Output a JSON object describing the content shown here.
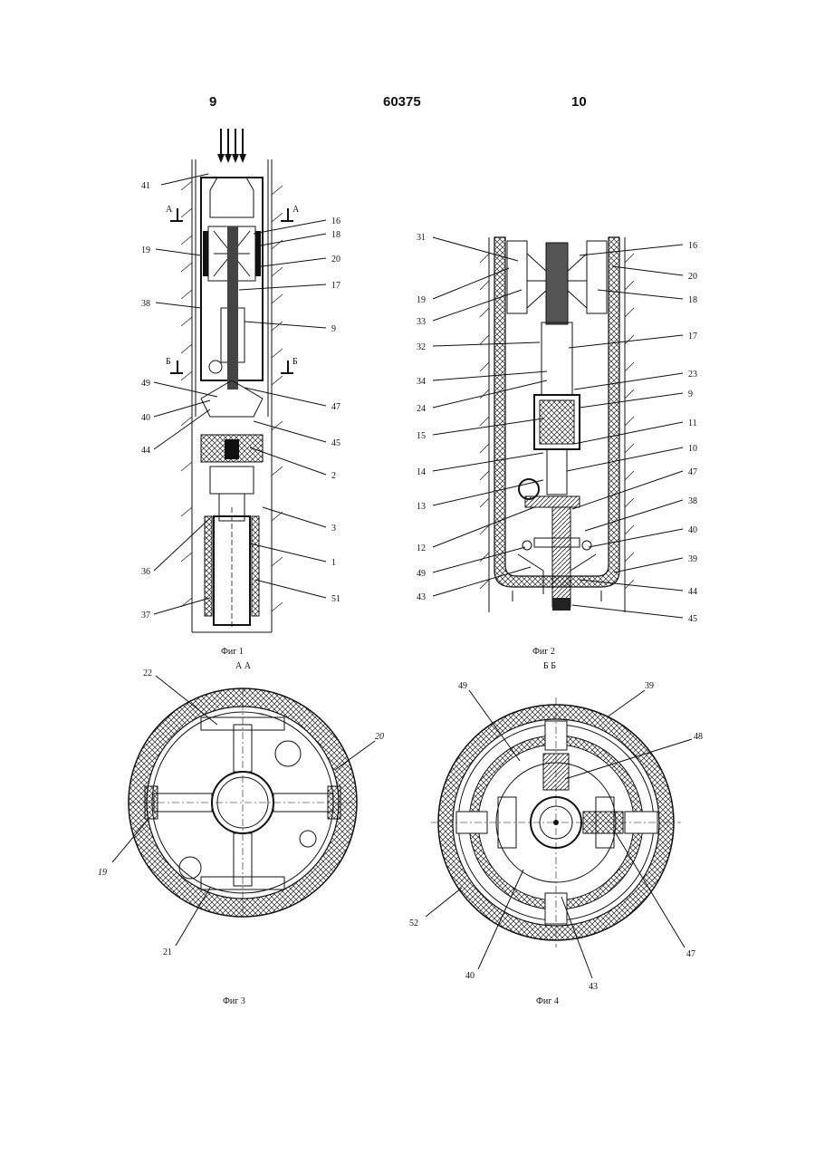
{
  "header": {
    "page_left": "9",
    "patent_number": "60375",
    "page_right": "10"
  },
  "figures": {
    "fig1": {
      "caption": "Фиг 1",
      "section_a_left": "А",
      "section_a_right": "А",
      "section_b_left": "Б",
      "section_b_right": "Б",
      "callouts": [
        "41",
        "19",
        "38",
        "49",
        "40",
        "44",
        "36",
        "37",
        "16",
        "18",
        "20",
        "17",
        "9",
        "47",
        "45",
        "2",
        "3",
        "1",
        "51"
      ]
    },
    "fig2": {
      "caption": "Фиг 2",
      "callouts": [
        "31",
        "19",
        "33",
        "32",
        "34",
        "24",
        "15",
        "14",
        "13",
        "12",
        "49",
        "43",
        "16",
        "20",
        "18",
        "17",
        "23",
        "9",
        "11",
        "10",
        "47",
        "38",
        "40",
        "39",
        "44",
        "45"
      ]
    },
    "fig3": {
      "caption": "Фиг 3",
      "section_title": "А А",
      "callouts": [
        "22",
        "20",
        "19",
        "21"
      ]
    },
    "fig4": {
      "caption": "Фиг 4",
      "section_title": "Б Б",
      "callouts": [
        "49",
        "39",
        "48",
        "52",
        "40",
        "43",
        "47"
      ]
    }
  }
}
